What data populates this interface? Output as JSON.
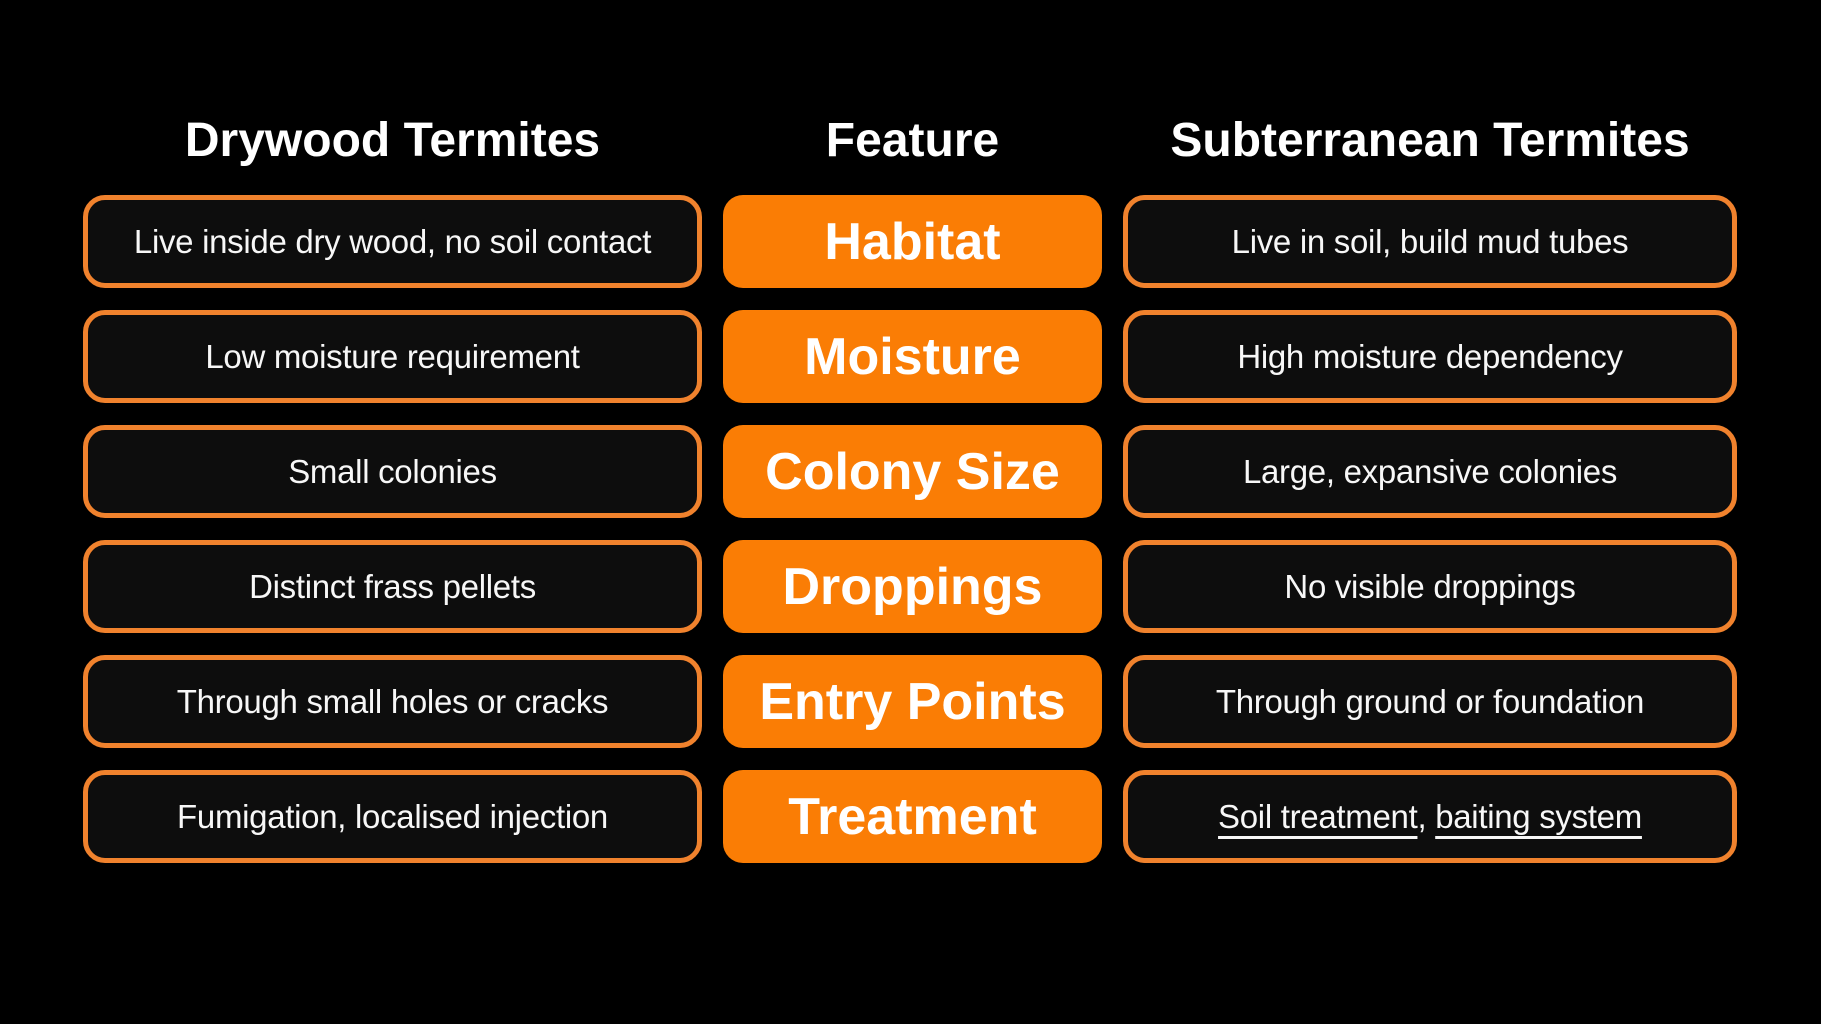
{
  "title_area": {
    "left_header": "Drywood Termites",
    "middle_header": "Feature",
    "right_header": "Subterranean Termites"
  },
  "colors": {
    "background": "#000000",
    "box_fill": "#0d0d0d",
    "accent_orange_fill": "#fa7d05",
    "accent_orange_border": "#f0822d",
    "text": "#ffffff"
  },
  "rows": [
    {
      "feature": "Habitat",
      "drywood": "Live inside dry wood, no soil contact",
      "subterranean": "Live in soil, build mud tubes"
    },
    {
      "feature": "Moisture",
      "drywood": "Low moisture requirement",
      "subterranean": "High moisture dependency"
    },
    {
      "feature": "Colony Size",
      "drywood": "Small colonies",
      "subterranean": "Large, expansive colonies"
    },
    {
      "feature": "Droppings",
      "drywood": "Distinct frass pellets",
      "subterranean": "No visible droppings"
    },
    {
      "feature": "Entry Points",
      "drywood": "Through small holes or cracks",
      "subterranean": "Through ground or foundation"
    },
    {
      "feature": "Treatment",
      "drywood": "Fumigation, localised injection",
      "subterranean_part1": "Soil treatment",
      "subterranean_separator": ", ",
      "subterranean_part2": "baiting system"
    }
  ]
}
